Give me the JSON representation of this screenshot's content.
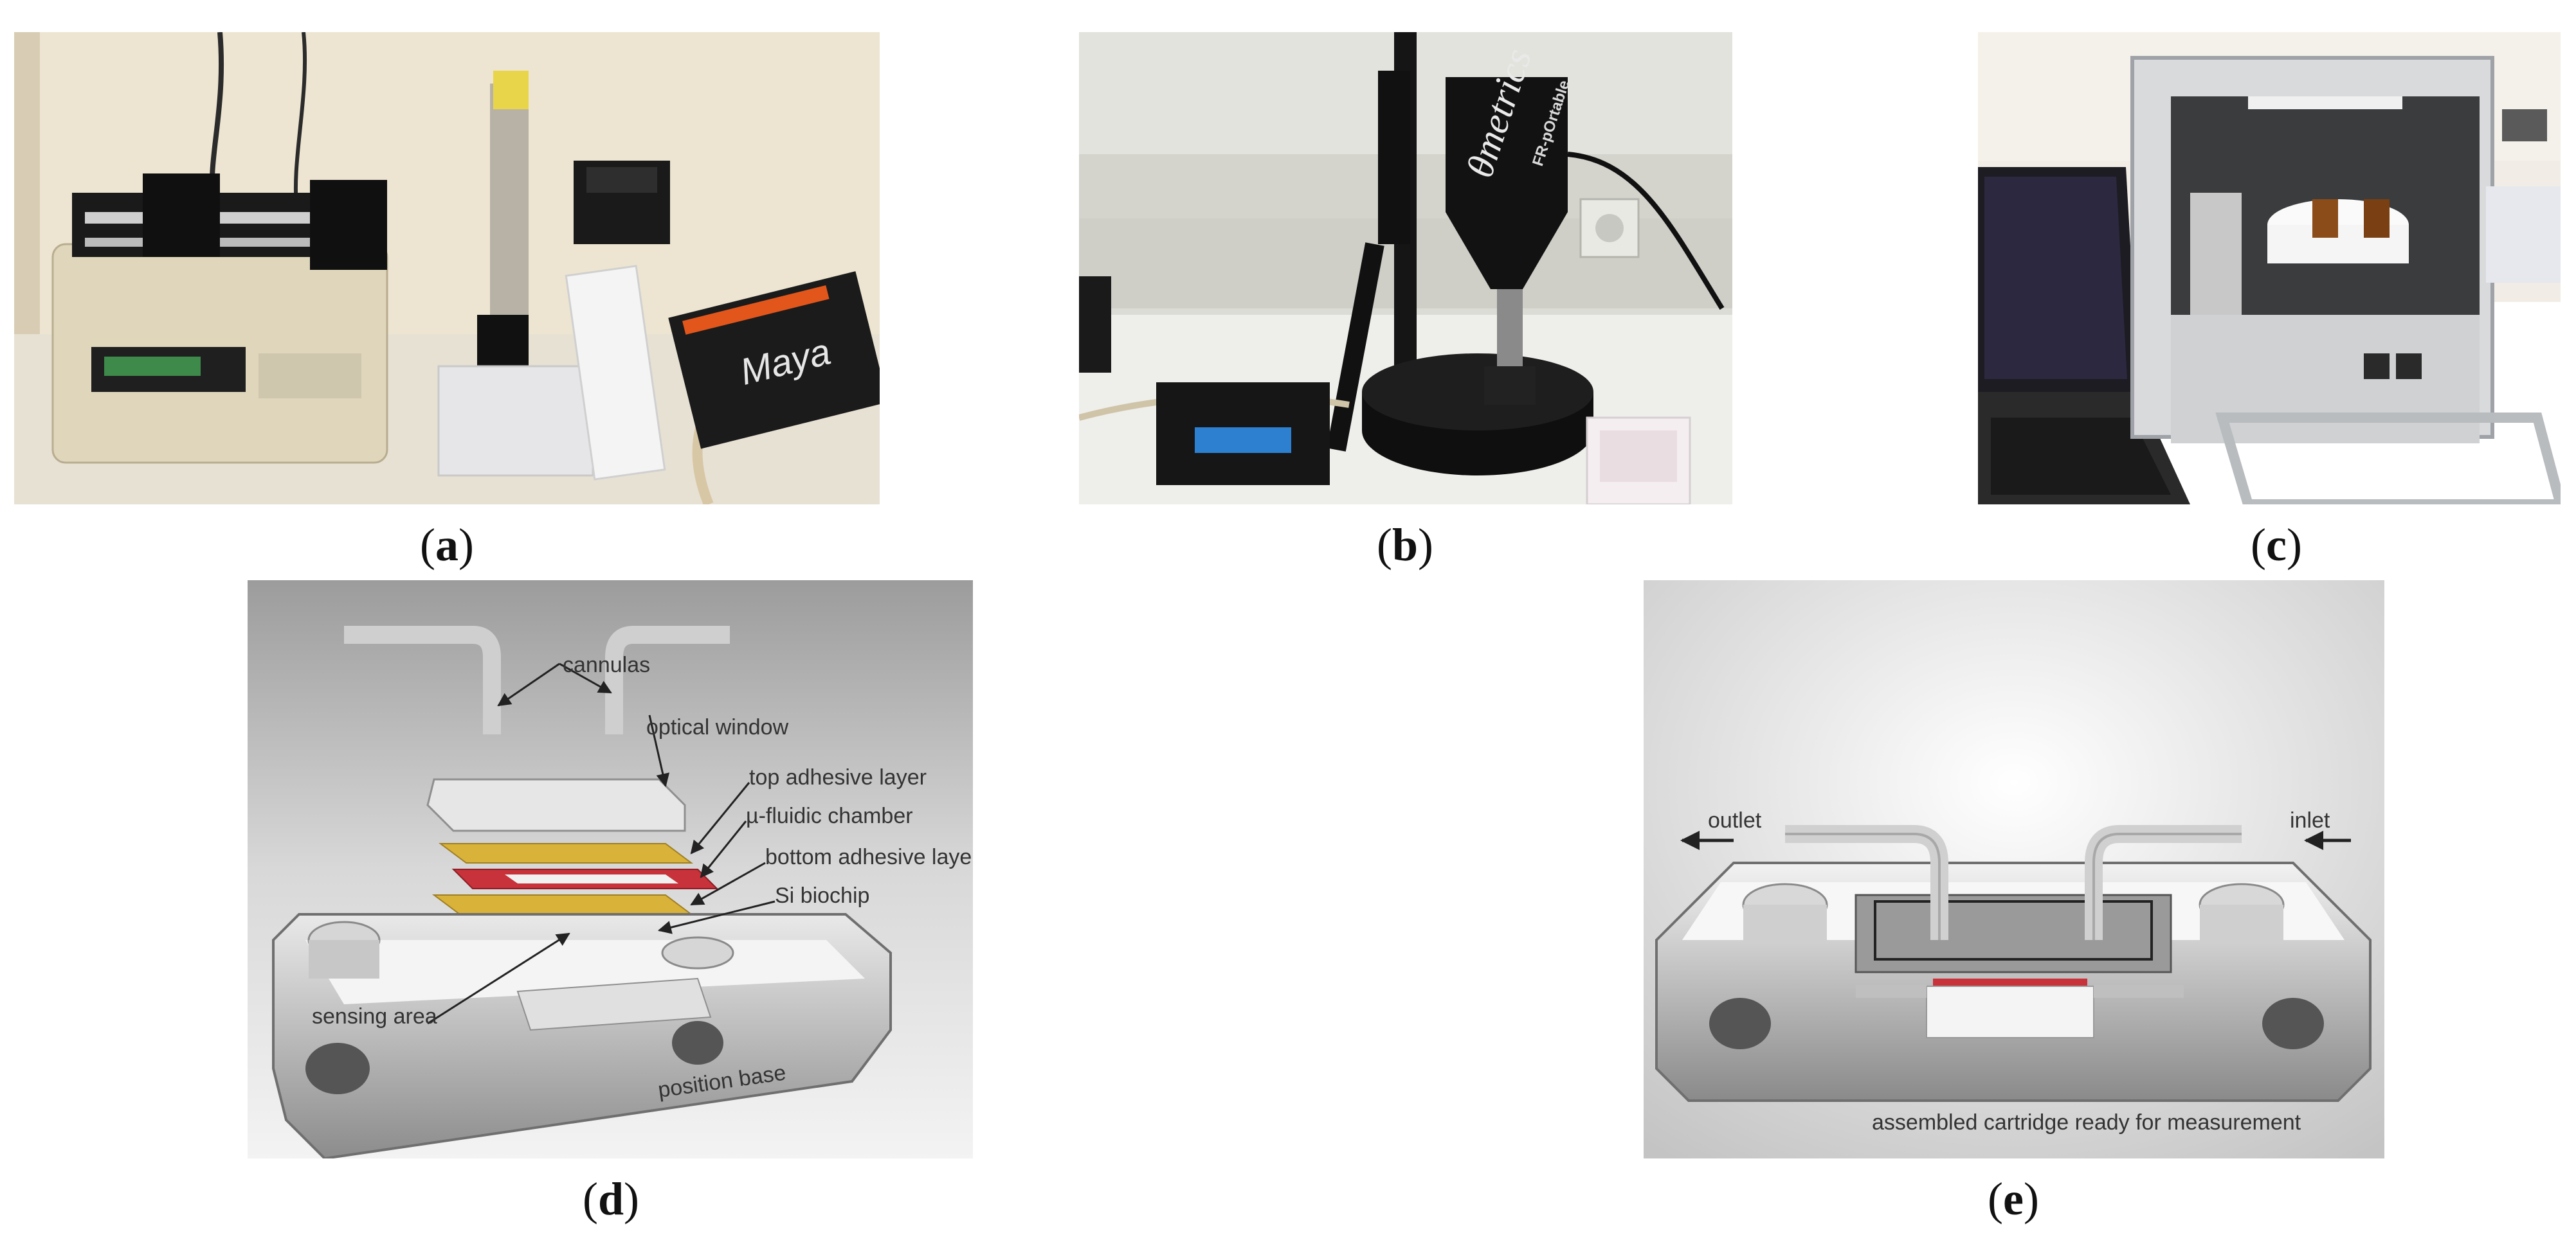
{
  "panels": [
    {
      "id": "a",
      "caption": "a",
      "device_text": {
        "maya": "Maya"
      }
    },
    {
      "id": "b",
      "caption": "b",
      "device_text": {
        "brand": "θmetrics",
        "model": "FR-pOrtable"
      }
    },
    {
      "id": "c",
      "caption": "c"
    },
    {
      "id": "d",
      "caption": "d",
      "labels": {
        "cannulas": "cannulas",
        "optical_window": "optical window",
        "top_adhesive": "top adhesive layer",
        "fluidic_chamber": "µ-fluidic chamber",
        "bottom_adhesive": "bottom adhesive layer",
        "biochip": "Si biochip",
        "sensing_area": "sensing area",
        "position_base": "position base"
      }
    },
    {
      "id": "e",
      "caption": "e",
      "labels": {
        "outlet": "outlet",
        "inlet": "inlet",
        "assembled": "assembled cartridge ready for measurement"
      }
    }
  ],
  "colors": {
    "adhesive_yellow": "#d9b23a",
    "chamber_red": "#c8323a",
    "metal_gray": "#9a9a9a",
    "wall_cream": "#ece4d2",
    "maya_orange": "#e2561c"
  }
}
